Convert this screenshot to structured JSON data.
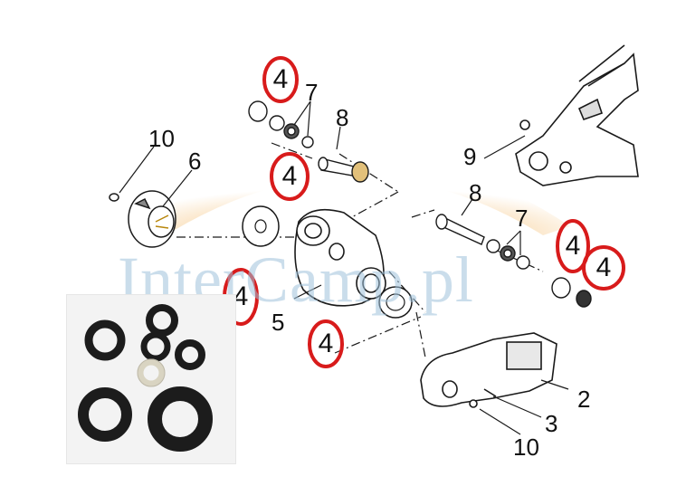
{
  "watermark": "InterCamp.pl",
  "callouts": {
    "ref_10_top": "10",
    "ref_6": "6",
    "ref_7_top": "7",
    "ref_8_top": "8",
    "ref_9": "9",
    "ref_8_right": "8",
    "ref_7_right": "7",
    "ref_5": "5",
    "ref_2": "2",
    "ref_3": "3",
    "ref_10_bottom": "10"
  },
  "highlights": {
    "top_seal": "4",
    "body_seal": "4",
    "left_washer": "4",
    "front_washer": "4",
    "right_ring_a": "4",
    "right_ring_b": "4"
  },
  "colors": {
    "highlight_ring": "#d81b1b",
    "line_art": "#1a1a1a",
    "glow": "#f6c98a",
    "watermark": "#9fc2db"
  }
}
